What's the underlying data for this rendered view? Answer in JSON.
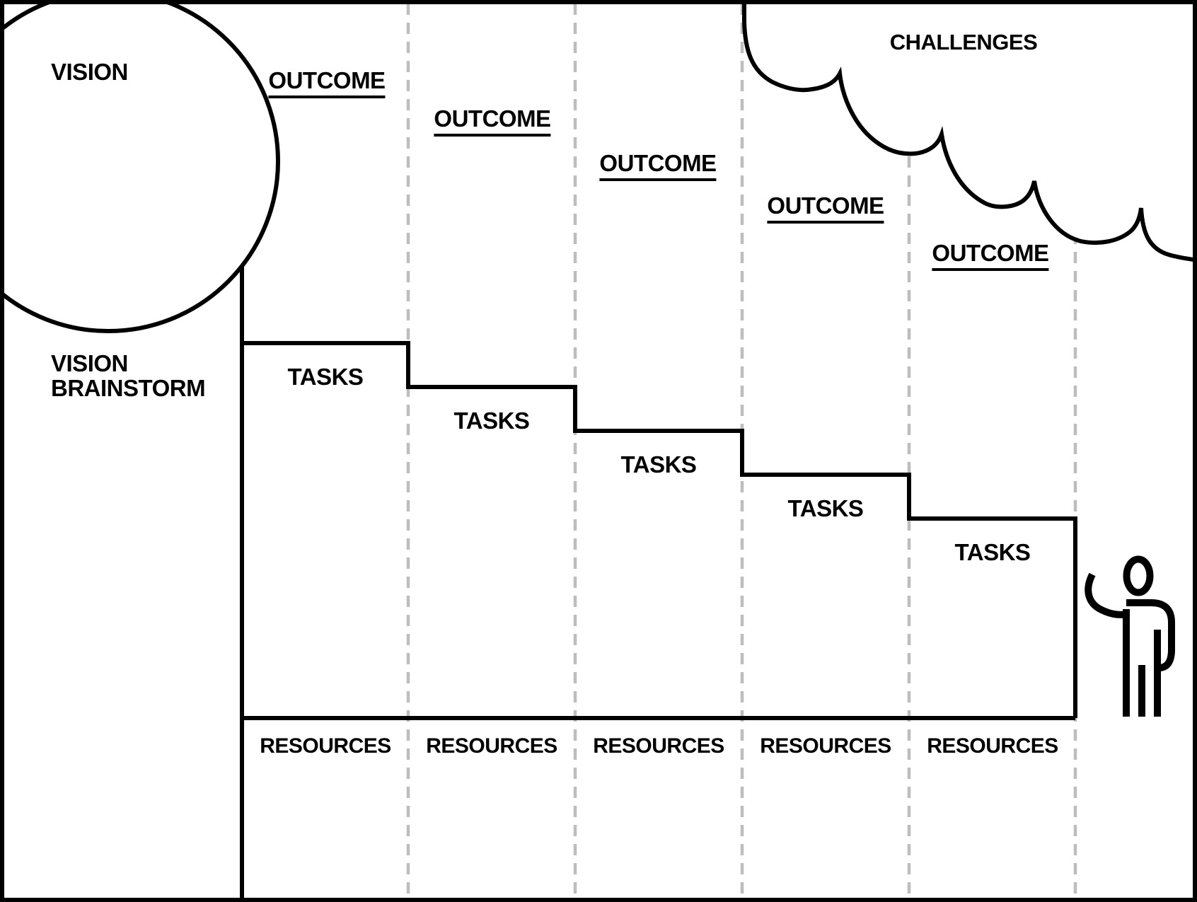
{
  "board": {
    "vision_label": "VISION",
    "vision_brainstorm_label": "VISION BRAINSTORM",
    "challenges_label": "CHALLENGES",
    "columns": [
      {
        "outcome": "OUTCOME",
        "tasks": "TASKS",
        "resources": "RESOURCES"
      },
      {
        "outcome": "OUTCOME",
        "tasks": "TASKS",
        "resources": "RESOURCES"
      },
      {
        "outcome": "OUTCOME",
        "tasks": "TASKS",
        "resources": "RESOURCES"
      },
      {
        "outcome": "OUTCOME",
        "tasks": "TASKS",
        "resources": "RESOURCES"
      },
      {
        "outcome": "OUTCOME",
        "tasks": "TASKS",
        "resources": "RESOURCES"
      }
    ]
  },
  "colors": {
    "line": "#000000",
    "dash": "#bdbdbd",
    "background": "#ffffff",
    "text": "#000000"
  }
}
